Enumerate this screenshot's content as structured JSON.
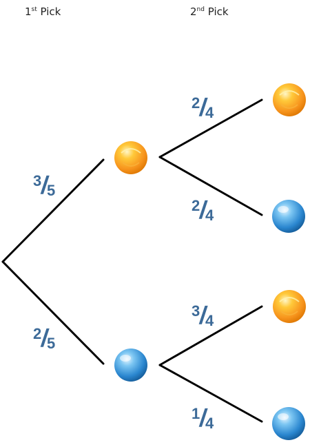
{
  "headers": {
    "first": {
      "base": "1",
      "sup": "st",
      "text": " Pick"
    },
    "second": {
      "base": "2",
      "sup": "nd",
      "text": " Pick"
    }
  },
  "first_branches": [
    {
      "marble": "orange",
      "prob": {
        "num": "3",
        "den": "5"
      }
    },
    {
      "marble": "blue",
      "prob": {
        "num": "2",
        "den": "5"
      }
    }
  ],
  "second_branches": [
    {
      "from": "orange",
      "marble": "orange",
      "prob": {
        "num": "2",
        "den": "4"
      }
    },
    {
      "from": "orange",
      "marble": "blue",
      "prob": {
        "num": "2",
        "den": "4"
      }
    },
    {
      "from": "blue",
      "marble": "orange",
      "prob": {
        "num": "3",
        "den": "4"
      }
    },
    {
      "from": "blue",
      "marble": "blue",
      "prob": {
        "num": "1",
        "den": "4"
      }
    }
  ],
  "colors": {
    "line": "#000000",
    "fraction": "#3c6a98",
    "orange_marble": "#f7a21b",
    "blue_marble": "#2d8fd5"
  },
  "icons": {
    "orange": "orange-marble-icon",
    "blue": "blue-marble-icon"
  }
}
